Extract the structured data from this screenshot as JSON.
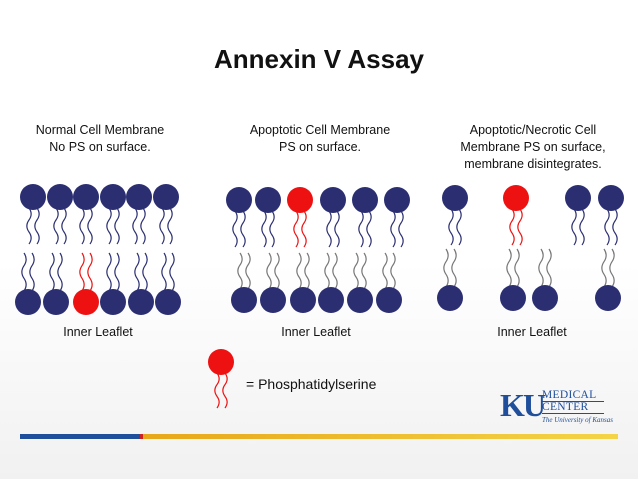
{
  "title": "Annexin V Assay",
  "panels": [
    {
      "caption_lines": [
        "Normal Cell Membrane",
        "No PS on surface."
      ],
      "inner_label": "Inner Leaflet"
    },
    {
      "caption_lines": [
        "Apoptotic Cell Membrane",
        "PS on surface."
      ],
      "inner_label": "Inner Leaflet"
    },
    {
      "caption_lines": [
        "Apoptotic/Necrotic Cell",
        "Membrane PS on surface,",
        "membrane disintegrates."
      ],
      "inner_label": "Inner Leaflet"
    }
  ],
  "legend": {
    "text": "= Phosphatidylserine"
  },
  "logo": {
    "mark": "KU",
    "line1": "MEDICAL",
    "line2": "CENTER",
    "line3": "The University of Kansas"
  },
  "colors": {
    "lipid_head": "#2b2f72",
    "ps_head": "#ee1111",
    "tail_normal": "#2b2f72",
    "tail_faded": "#777777",
    "tail_ps": "#ee1111",
    "brand_blue": "#1f4e9b",
    "footer_gold": "#f2c032"
  }
}
